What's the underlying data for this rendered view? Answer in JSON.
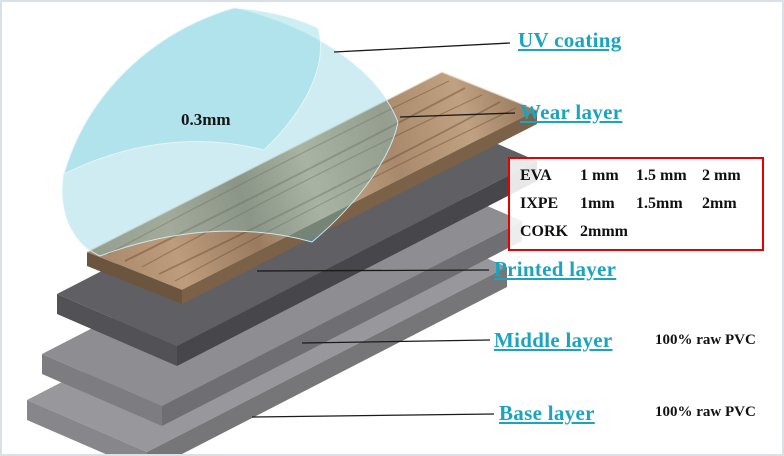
{
  "labels": {
    "uv_coating": "UV coating",
    "wear_layer": "Wear layer",
    "printed_layer": "Printed layer",
    "middle_layer": "Middle layer",
    "base_layer": "Base layer"
  },
  "annotations": {
    "wear_layer_thickness": "0.3mm",
    "middle_layer_note": "100% raw PVC",
    "base_layer_note": "100% raw PVC"
  },
  "spec_box": {
    "rows": [
      {
        "material": "EVA",
        "sizes": [
          "1 mm",
          "1.5 mm",
          "2 mm"
        ]
      },
      {
        "material": "IXPE",
        "sizes": [
          "1mm",
          "1.5mm",
          "2mm"
        ]
      },
      {
        "material": "CORK",
        "sizes": [
          "2mmm",
          "",
          ""
        ]
      }
    ]
  },
  "colors": {
    "label_text": "#1ba4c0",
    "spec_box_border": "#e80000",
    "uv_sheet": "#7fccdd",
    "wood_plank": "#b2936f",
    "dark_slab": "#5f5f64",
    "middle_slab": "#8e8e92",
    "base_slab": "#98989c"
  }
}
